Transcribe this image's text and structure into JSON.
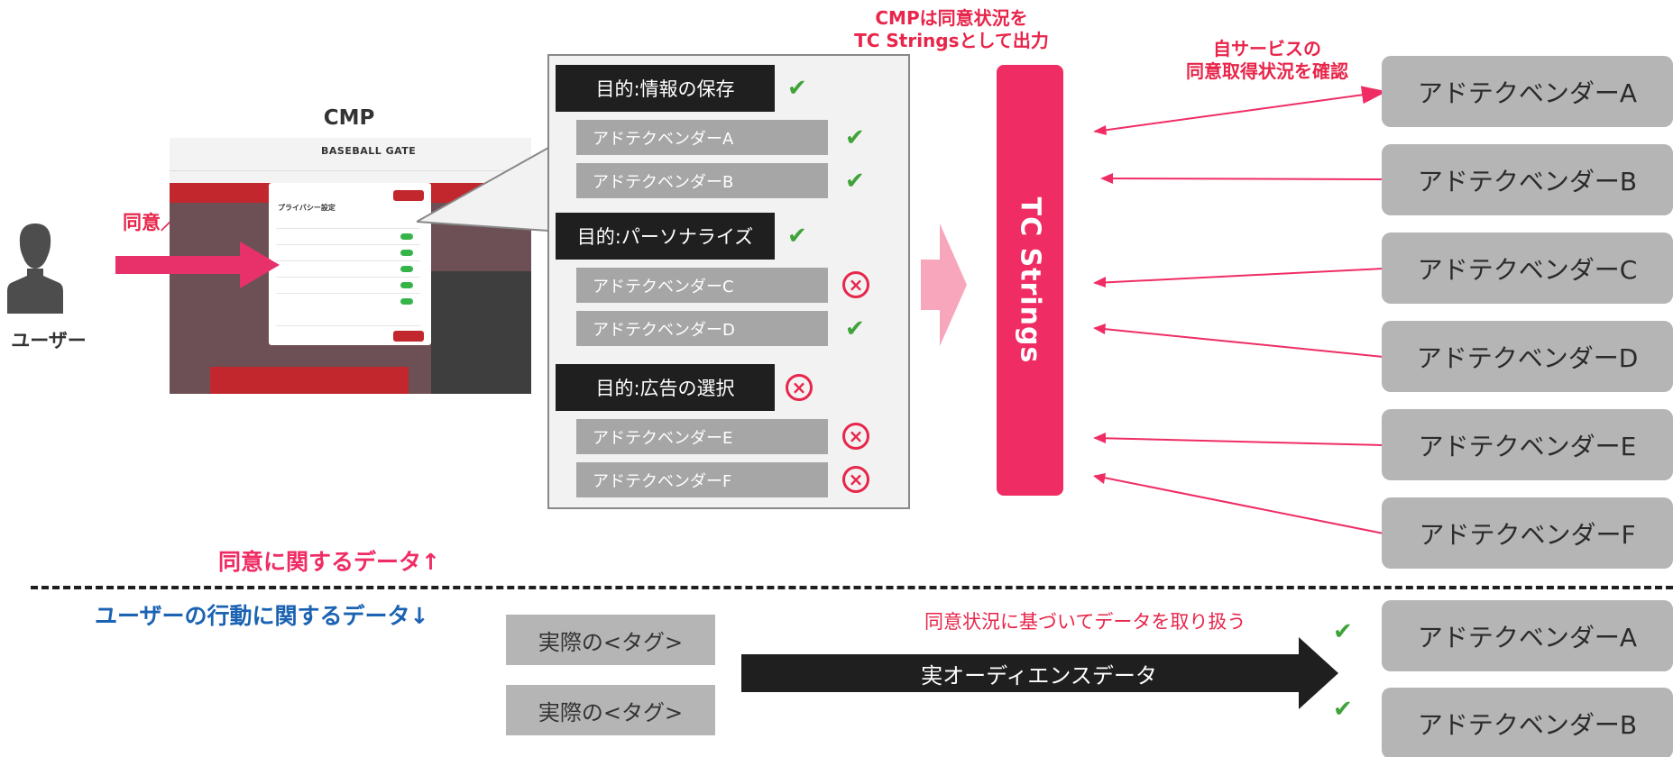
{
  "user": {
    "label": "ユーザー",
    "action_label": "同意／拒否"
  },
  "cmp": {
    "label": "CMP"
  },
  "screenshot": {
    "logo": "BASEBALL GATE",
    "modal_title": "プライバシー設定"
  },
  "callout": {
    "groups": [
      {
        "purpose": "目的:情報の保存",
        "purpose_mark": "check",
        "vendors": [
          {
            "name": "アドテクベンダーA",
            "mark": "check"
          },
          {
            "name": "アドテクベンダーB",
            "mark": "check"
          }
        ]
      },
      {
        "purpose": "目的:パーソナライズ",
        "purpose_mark": "check",
        "vendors": [
          {
            "name": "アドテクベンダーC",
            "mark": "cross"
          },
          {
            "name": "アドテクベンダーD",
            "mark": "check"
          }
        ]
      },
      {
        "purpose": "目的:広告の選択",
        "purpose_mark": "cross",
        "vendors": [
          {
            "name": "アドテクベンダーE",
            "mark": "cross"
          },
          {
            "name": "アドテクベンダーF",
            "mark": "cross"
          }
        ]
      }
    ]
  },
  "tc": {
    "label": "TC Strings",
    "note_line1": "CMPは同意状況を",
    "note_line2": "TC Stringsとして出力"
  },
  "vendor_note": {
    "line1": "自サービスの",
    "line2": "同意取得状況を確認"
  },
  "vendors_right": [
    "アドテクベンダーA",
    "アドテクベンダーB",
    "アドテクベンダーC",
    "アドテクベンダーD",
    "アドテクベンダーE",
    "アドテクベンダーF"
  ],
  "bottom": {
    "consent_data_label": "同意に関するデータ↑",
    "behavior_data_label": "ユーザーの行動に関するデータ↓",
    "tags": [
      "実際の<タグ>",
      "実際の<タグ>"
    ],
    "handling_note": "同意状況に基づいてデータを取り扱う",
    "data_flow_label": "実オーディエンスデータ",
    "vendors": [
      "アドテクベンダーA",
      "アドテクベンダーB"
    ]
  },
  "colors": {
    "accent_pink": "#ef2d64",
    "accent_red": "#e8254a",
    "check_green": "#3fa33a",
    "behavior_blue": "#1b63b2"
  },
  "icons": [
    "user-silhouette-icon",
    "check-icon",
    "cross-circle-icon",
    "arrow-right-icon"
  ]
}
